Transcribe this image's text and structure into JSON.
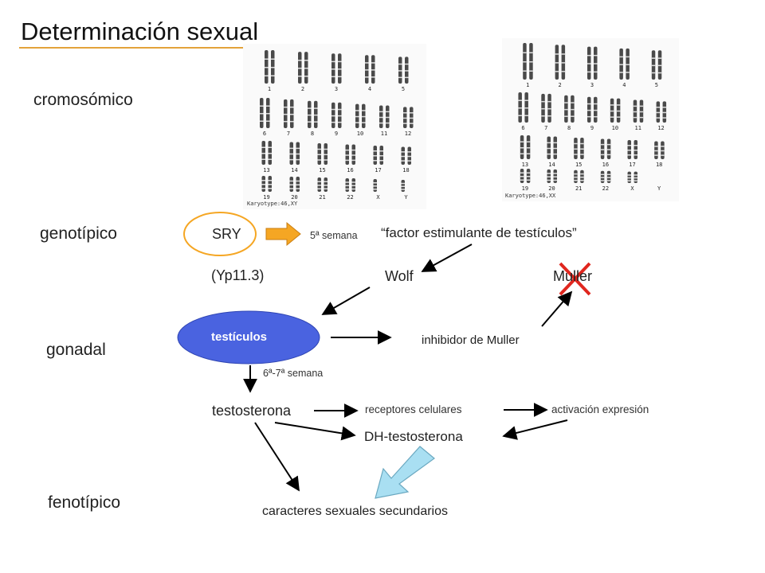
{
  "title": "Determinación sexual",
  "levels": {
    "chromosomal": "cromosómico",
    "genotypic": "genotípico",
    "gonadal": "gonadal",
    "phenotypic": "fenotípico"
  },
  "karyotypes": {
    "male": {
      "caption": "Karyotype:46,XY",
      "row_numbers": [
        [
          "1",
          "2",
          "3",
          "4",
          "5"
        ],
        [
          "6",
          "7",
          "8",
          "9",
          "10",
          "11",
          "12"
        ],
        [
          "13",
          "14",
          "15",
          "16",
          "17",
          "18"
        ],
        [
          "19",
          "20",
          "21",
          "22",
          "X",
          "Y"
        ]
      ]
    },
    "female": {
      "caption": "Karyotype:46,XX",
      "row_numbers": [
        [
          "1",
          "2",
          "3",
          "4",
          "5"
        ],
        [
          "6",
          "7",
          "8",
          "9",
          "10",
          "11",
          "12"
        ],
        [
          "13",
          "14",
          "15",
          "16",
          "17",
          "18"
        ],
        [
          "19",
          "20",
          "21",
          "22",
          "X",
          "Y"
        ]
      ]
    }
  },
  "nodes": {
    "sry": "SRY",
    "sry_locus": "(Yp11.3)",
    "week5": "5ª semana",
    "tdf": "“factor estimulante de testículos”",
    "wolf": "Wolf",
    "muller": "Muller",
    "testes": "testículos",
    "muller_inhibitor": "inhibidor de Muller",
    "week67": "6ª-7ª semana",
    "testosterone": "testosterona",
    "cell_receptors": "receptores celulares",
    "expression_activation": "activación expresión",
    "dht": "DH-testosterona",
    "secondary_traits": "caracteres sexuales secundarios"
  },
  "colors": {
    "title_underline": "#e3a23a",
    "sry_ellipse_outline": "#f5a623",
    "block_arrow": "#f5a623",
    "testes_fill": "#4a63e0",
    "cross": "#e0261e",
    "dht_arrow_fill": "#a9dff2",
    "dht_arrow_stroke": "#6aa8c0"
  }
}
